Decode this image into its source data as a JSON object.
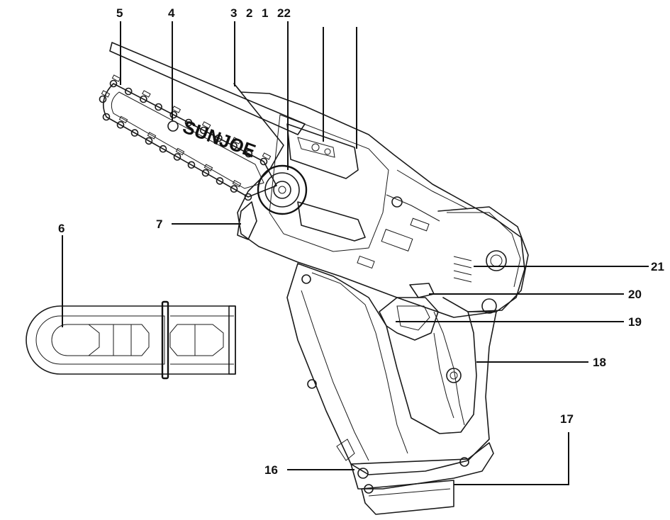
{
  "brand_label": "SUNJOE",
  "callouts": {
    "c5": "5",
    "c4": "4",
    "c3": "3",
    "c2": "2",
    "c1": "1",
    "c22": "22",
    "c6": "6",
    "c7": "7",
    "c21": "21",
    "c20": "20",
    "c19": "19",
    "c18": "18",
    "c17": "17",
    "c16": "16"
  }
}
